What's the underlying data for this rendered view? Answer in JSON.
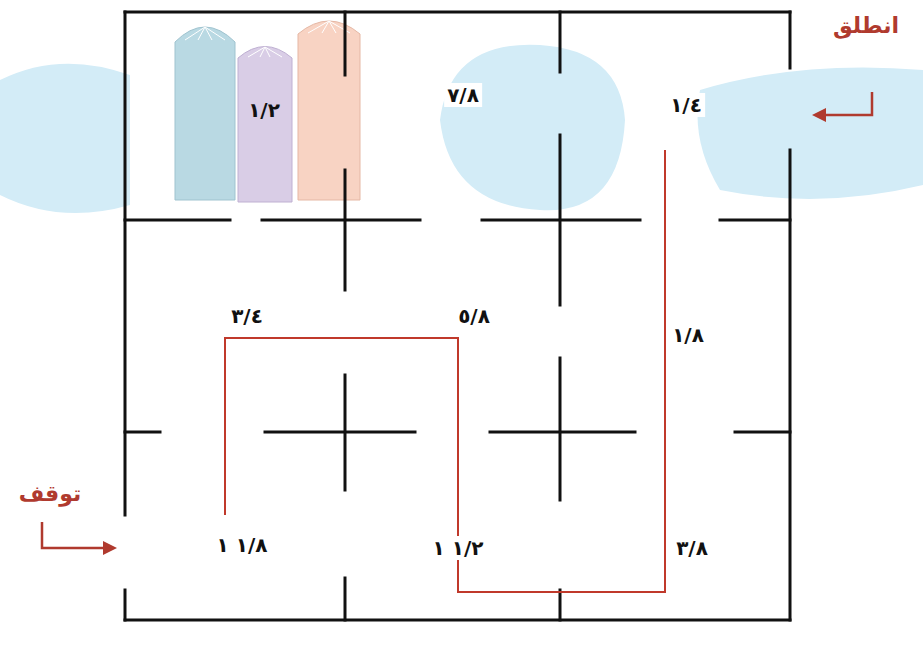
{
  "diagram": {
    "labels": [
      "انطلق",
      "١/٢",
      "٧/٨",
      "١/٤",
      "٣/٤",
      "٥/٨",
      "١/٨",
      "توقف",
      "١ ١/٨",
      "١ ١/٢",
      "٣/٨"
    ]
  }
}
